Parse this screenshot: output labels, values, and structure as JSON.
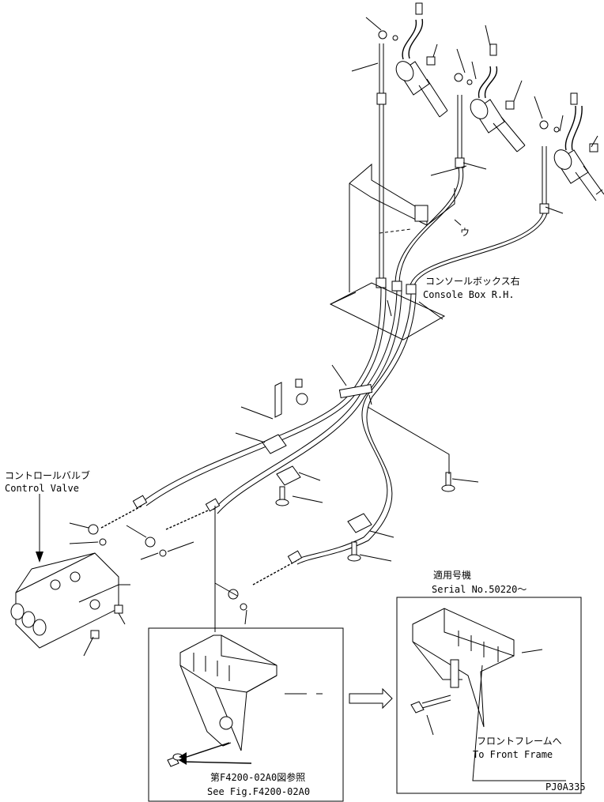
{
  "labels": {
    "console_box_jp": "コンソールボックス右",
    "console_box_en": "Console Box R.H.",
    "control_valve_jp": "コントロールバルブ",
    "control_valve_en": "Control Valve",
    "serial_jp": "適用号機",
    "serial_en": "Serial No.50220～",
    "front_frame_jp": "フロントフレームへ",
    "front_frame_en": "To Front Frame",
    "see_fig_jp": "第F4200-02A0図参照",
    "see_fig_en": "See Fig.F4200-02A0",
    "drawing_code": "PJ0A335",
    "bracket_letter": "ウ"
  }
}
